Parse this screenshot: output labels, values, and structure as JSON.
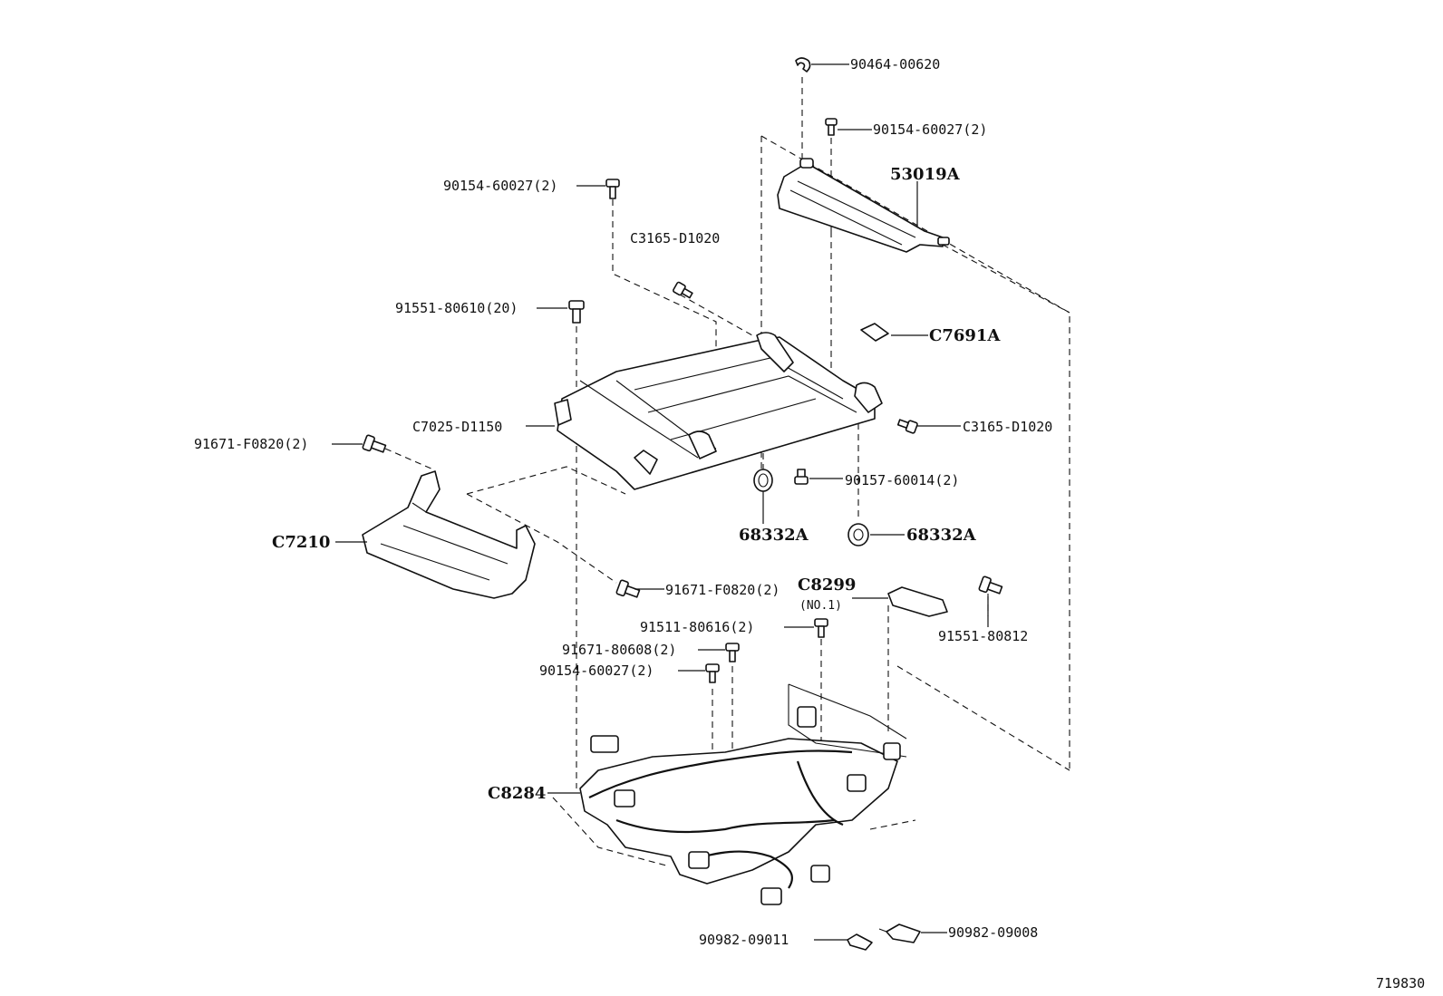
{
  "diagram_id": "719830",
  "labels": {
    "n90464_00620": "90464-00620",
    "n90154_60027_top": "90154-60027(2)",
    "n53019A": "53019A",
    "n90154_60027_left": "90154-60027(2)",
    "nC3165_D1020_top": "C3165-D1020",
    "n91551_80610": "91551-80610(20)",
    "nC7691A": "C7691A",
    "nC7025_D1150": "C7025-D1150",
    "nC3165_D1020_right": "C3165-D1020",
    "n91671_F0820_left": "91671-F0820(2)",
    "n90157_60014": "90157-60014(2)",
    "nC7210": "C7210",
    "n68332A_center": "68332A",
    "n68332A_right": "68332A",
    "n91671_F0820_center": "91671-F0820(2)",
    "nC8299": "C8299",
    "nC8299_sub": "(NO.1)",
    "n91511_80616": "91511-80616(2)",
    "n91551_80812": "91551-80812",
    "n91671_80608": "91671-80608(2)",
    "n90154_60027_bottom": "90154-60027(2)",
    "nC8284": "C8284",
    "n90982_09011": "90982-09011",
    "n90982_09008": "90982-09008"
  }
}
